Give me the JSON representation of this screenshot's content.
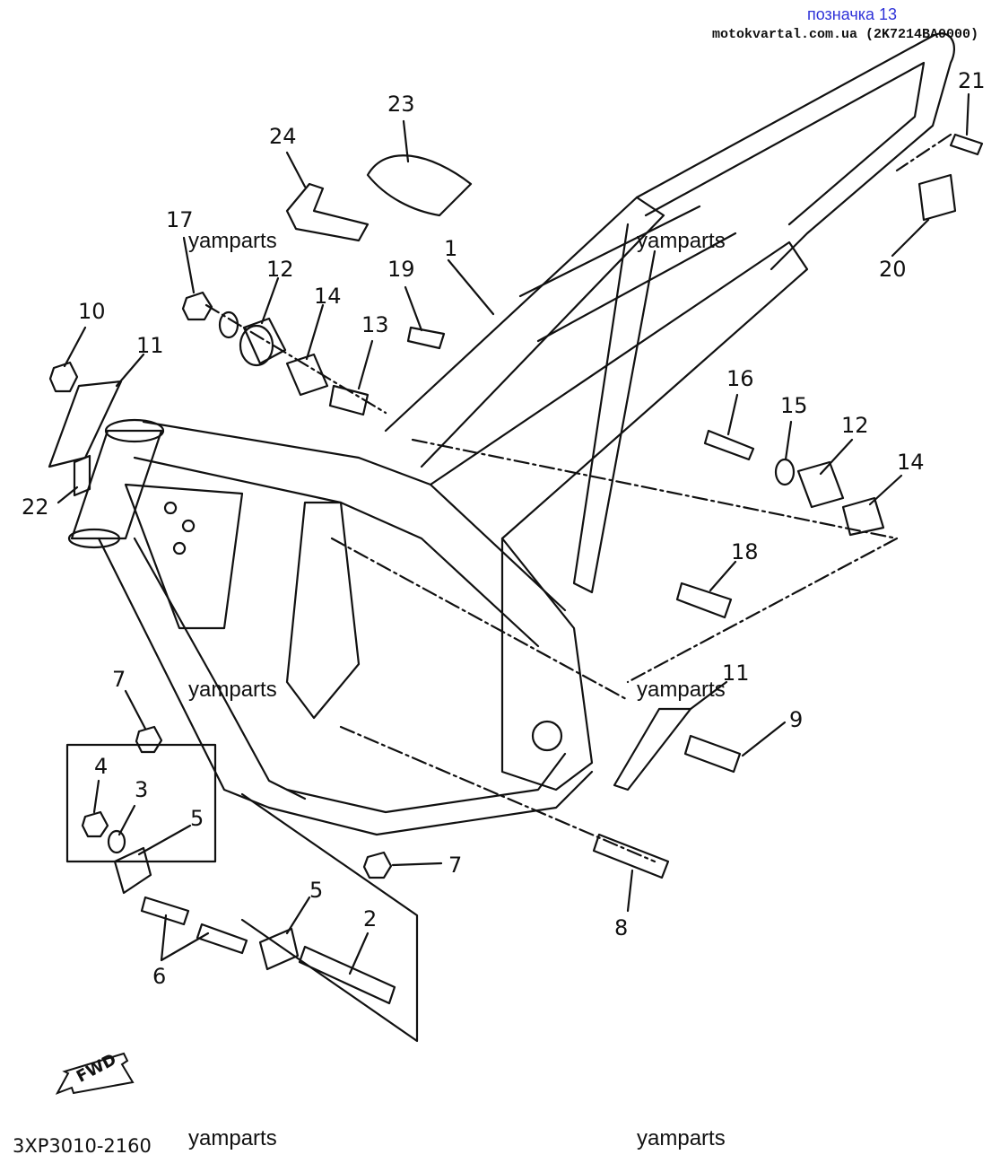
{
  "header": {
    "mark_label": "позначка 13",
    "site_label": "motokvartal.com.ua (2K7214BA0000)"
  },
  "watermark": "yamparts",
  "diagram_code": "3XP3010-2160",
  "fwd_label": "FWD",
  "callouts": {
    "p1": "1",
    "p2": "2",
    "p3": "3",
    "p4": "4",
    "p5a": "5",
    "p5b": "5",
    "p6": "6",
    "p7a": "7",
    "p7b": "7",
    "p8": "8",
    "p9": "9",
    "p10": "10",
    "p11a": "11",
    "p11b": "11",
    "p12a": "12",
    "p12b": "12",
    "p13": "13",
    "p14a": "14",
    "p14b": "14",
    "p15": "15",
    "p16": "16",
    "p17": "17",
    "p18": "18",
    "p19": "19",
    "p20": "20",
    "p21": "21",
    "p22": "22",
    "p23": "23",
    "p24": "24"
  }
}
